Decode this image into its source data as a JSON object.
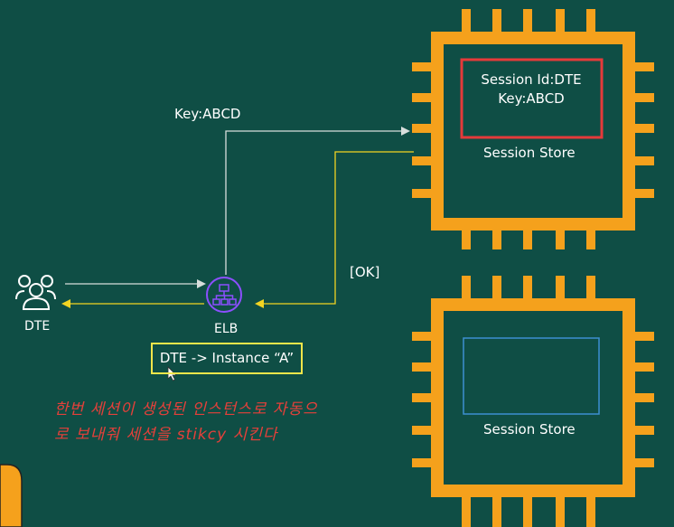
{
  "diagram": {
    "top_store": {
      "session_id_line": "Session Id:DTE",
      "key_line": "Key:ABCD",
      "label": "Session Store"
    },
    "bottom_store": {
      "label": "Session Store"
    },
    "request_label": "Key:ABCD",
    "response_label": "[OK]",
    "user_label": "DTE",
    "elb_label": "ELB",
    "mapping_box": "DTE -> Instance “A”",
    "note_line1": "한번 세션이 생성된 인스턴스로 자동으",
    "note_line2": "로 보내줘 세션을 stikcy 시킨다"
  },
  "colors": {
    "background": "#0f4e45",
    "chip": "#f5a11c",
    "request_arrow": "#d8dedc",
    "response_arrow": "#f2d422",
    "highlight_box": "#e53a3a",
    "empty_box": "#3d8fd1",
    "elb_icon": "#8c4fff",
    "note": "#e5403a"
  },
  "icons": [
    "users-icon",
    "load-balancer-icon",
    "cursor-icon"
  ]
}
